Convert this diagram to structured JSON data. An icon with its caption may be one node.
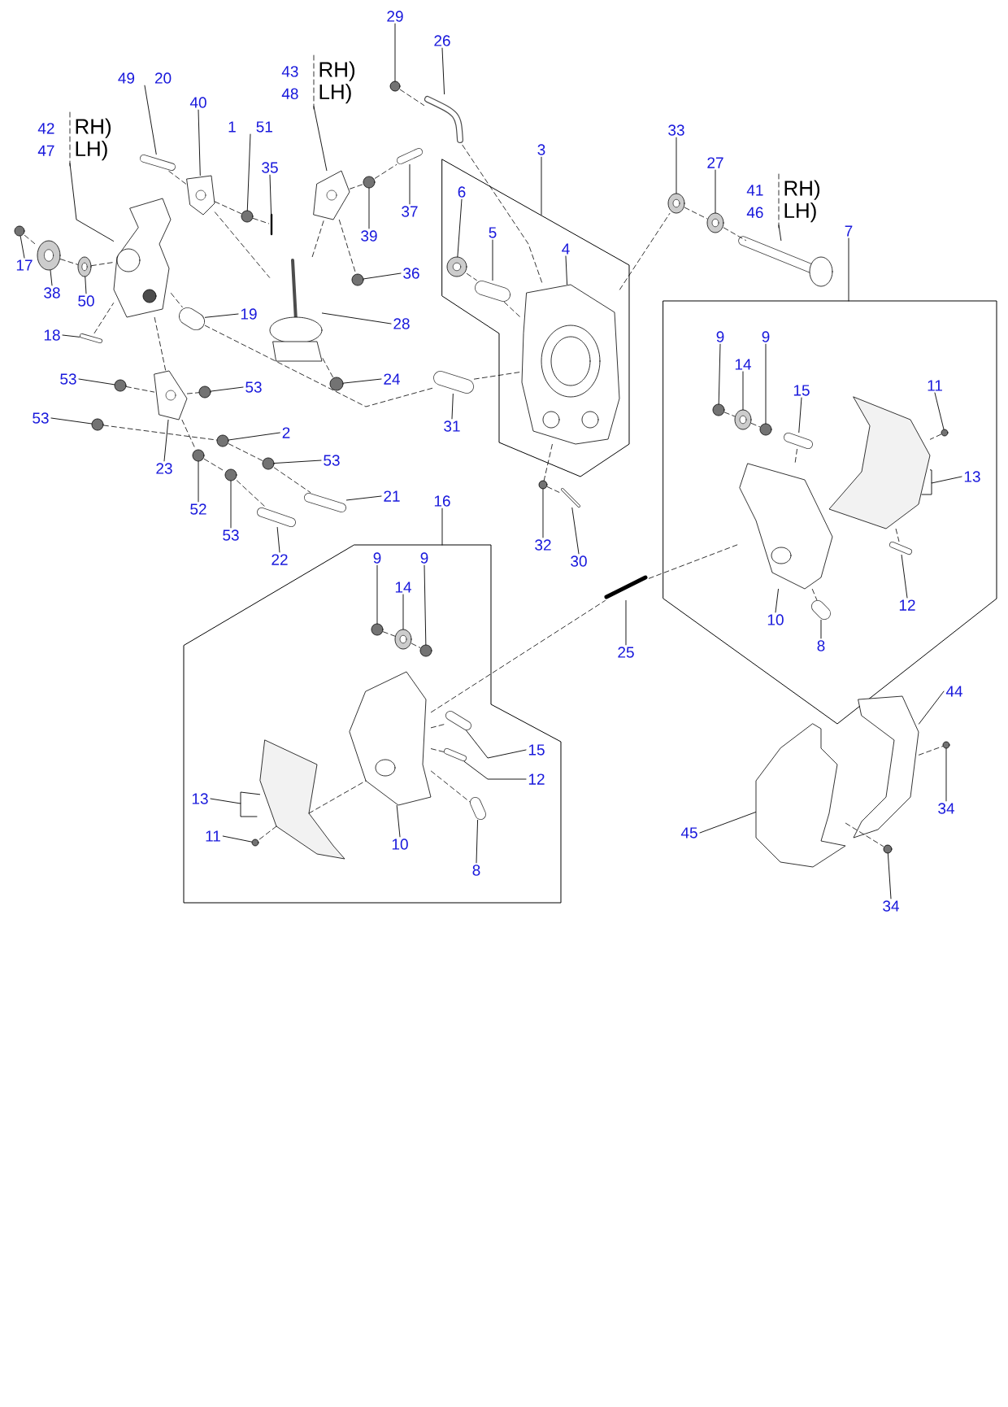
{
  "diagram": {
    "nodes": [
      {
        "text": [],
        "shape": "box"
      },
      {
        "text": [],
        "shape": "box"
      },
      {
        "text": [],
        "shape": "box"
      },
      {
        "text": [
          "29"
        ]
      },
      {
        "text": [
          "26"
        ]
      },
      {
        "text": [
          "43",
          "RH)",
          "48",
          "LH)"
        ]
      },
      {
        "text": [
          "49",
          "20"
        ]
      },
      {
        "text": [
          "42",
          "RH)",
          "47",
          "LH)"
        ]
      },
      {
        "text": [
          "40"
        ]
      },
      {
        "text": [
          "1",
          "51"
        ]
      },
      {
        "text": [
          "3"
        ]
      },
      {
        "text": [
          "33"
        ]
      },
      {
        "text": [
          "35"
        ]
      },
      {
        "text": [
          "27"
        ]
      },
      {
        "text": [
          "41",
          "RH)",
          "46",
          "LH)"
        ]
      },
      {
        "text": [
          "6"
        ],
        "in": 0
      },
      {
        "text": [
          "37"
        ]
      },
      {
        "text": [
          "7"
        ]
      },
      {
        "text": [
          "5"
        ],
        "in": 0
      },
      {
        "text": [
          "39"
        ]
      },
      {
        "text": [
          "4"
        ],
        "in": 0
      },
      {
        "text": [
          "17"
        ]
      },
      {
        "text": [
          "36"
        ]
      },
      {
        "text": [
          "38"
        ]
      },
      {
        "text": [
          "50"
        ]
      },
      {
        "text": [
          "19"
        ]
      },
      {
        "text": [
          "28"
        ]
      },
      {
        "text": [
          "18"
        ]
      },
      {
        "text": [
          "9"
        ],
        "in": 1
      },
      {
        "text": [
          "9"
        ],
        "in": 1
      },
      {
        "text": [
          "14"
        ],
        "in": 1
      },
      {
        "text": [
          "53"
        ]
      },
      {
        "text": [
          "24"
        ]
      },
      {
        "text": [
          "11"
        ],
        "in": 1
      },
      {
        "text": [
          "53"
        ]
      },
      {
        "text": [
          "15"
        ],
        "in": 1
      },
      {
        "text": [
          "53"
        ]
      },
      {
        "text": [
          "31"
        ]
      },
      {
        "text": [
          "2"
        ]
      },
      {
        "text": [
          "53"
        ]
      },
      {
        "text": [
          "23"
        ]
      },
      {
        "text": [
          "13"
        ],
        "in": 1
      },
      {
        "text": [
          "21"
        ]
      },
      {
        "text": [
          "16"
        ]
      },
      {
        "text": [
          "52"
        ]
      },
      {
        "text": [
          "53"
        ]
      },
      {
        "text": [
          "32"
        ]
      },
      {
        "text": [
          "9"
        ],
        "in": 2
      },
      {
        "text": [
          "9"
        ],
        "in": 2
      },
      {
        "text": [
          "22"
        ]
      },
      {
        "text": [
          "30"
        ]
      },
      {
        "text": [
          "14"
        ],
        "in": 2
      },
      {
        "text": [
          "12"
        ],
        "in": 1
      },
      {
        "text": [
          "10"
        ],
        "in": 1
      },
      {
        "text": [
          "8"
        ],
        "in": 1
      },
      {
        "text": [
          "25"
        ]
      },
      {
        "text": [
          "44"
        ]
      },
      {
        "text": [
          "15"
        ],
        "in": 2
      },
      {
        "text": [
          "12"
        ],
        "in": 2
      },
      {
        "text": [
          "13"
        ],
        "in": 2
      },
      {
        "text": [
          "34"
        ]
      },
      {
        "text": [
          "45"
        ]
      },
      {
        "text": [
          "11"
        ],
        "in": 2
      },
      {
        "text": [
          "10"
        ],
        "in": 2
      },
      {
        "text": [
          "8"
        ],
        "in": 2
      },
      {
        "text": [
          "34"
        ]
      },
      {
        "text": [],
        "shape": "circle"
      },
      {
        "text": [],
        "shape": "picture"
      },
      {
        "text": [],
        "shape": "picture"
      },
      {
        "text": [],
        "shape": "picture"
      },
      {
        "text": [],
        "shape": "picture"
      },
      {
        "text": [],
        "shape": "picture"
      },
      {
        "text": [],
        "shape": "circle"
      },
      {
        "text": [],
        "shape": "picture"
      },
      {
        "text": [],
        "shape": "picture"
      },
      {
        "text": [],
        "shape": "picture"
      },
      {
        "text": [],
        "shape": "picture"
      },
      {
        "text": [],
        "shape": "picture",
        "in": 0
      },
      {
        "text": [],
        "shape": "picture"
      },
      {
        "text": [],
        "shape": "picture",
        "in": 0
      },
      {
        "text": [],
        "shape": "circle"
      },
      {
        "text": [],
        "shape": "picture",
        "in": 0
      },
      {
        "text": [],
        "shape": "circle"
      },
      {
        "text": [],
        "shape": "circle"
      },
      {
        "text": [],
        "shape": "picture"
      },
      {
        "text": [],
        "shape": "picture"
      },
      {
        "text": [],
        "shape": "picture"
      },
      {
        "text": [],
        "shape": "picture"
      },
      {
        "text": [],
        "shape": "picture"
      },
      {
        "text": [],
        "shape": "circle",
        "in": 1
      },
      {
        "text": [],
        "shape": "circle",
        "in": 1
      },
      {
        "text": [],
        "shape": "picture",
        "in": 1
      },
      {
        "text": [],
        "shape": "circle"
      },
      {
        "text": [],
        "shape": "circle"
      },
      {
        "text": [],
        "shape": "circle",
        "in": 1
      },
      {
        "text": [],
        "shape": "circle"
      },
      {
        "text": [],
        "shape": "picture",
        "in": 1
      },
      {
        "text": [],
        "shape": "circle"
      },
      {
        "text": [],
        "shape": "picture"
      },
      {
        "text": [],
        "shape": "circle"
      },
      {
        "text": [],
        "shape": "circle"
      },
      {
        "text": [],
        "shape": "picture"
      },
      {
        "text": [],
        "shape": "picture",
        "in": 1
      },
      {
        "text": [],
        "shape": "picture"
      },
      {
        "text": [],
        "shape": "circle"
      },
      {
        "text": [],
        "shape": "circle"
      },
      {
        "text": [],
        "shape": "circle"
      },
      {
        "text": [],
        "shape": "circle",
        "in": 2
      },
      {
        "text": [],
        "shape": "circle",
        "in": 2
      },
      {
        "text": [],
        "shape": "picture"
      },
      {
        "text": [],
        "shape": "picture"
      },
      {
        "text": [],
        "shape": "picture",
        "in": 2
      },
      {
        "text": [],
        "shape": "picture",
        "in": 1
      },
      {
        "text": [],
        "shape": "picture",
        "in": 1
      },
      {
        "text": [],
        "shape": "picture",
        "in": 1
      },
      {
        "text": [],
        "shape": "picture"
      },
      {
        "text": [],
        "shape": "picture"
      },
      {
        "text": [],
        "shape": "picture",
        "in": 2
      },
      {
        "text": [],
        "shape": "picture",
        "in": 2
      },
      {
        "text": [],
        "shape": "picture",
        "in": 2
      },
      {
        "text": [],
        "shape": "circle"
      },
      {
        "text": [],
        "shape": "picture"
      },
      {
        "text": [],
        "shape": "circle",
        "in": 2
      },
      {
        "text": [],
        "shape": "picture",
        "in": 2
      },
      {
        "text": [],
        "shape": "picture",
        "in": 2
      },
      {
        "text": [],
        "shape": "circle"
      }
    ],
    "edges": [
      {
        "from": 3,
        "to": 66,
        "arrow": "none"
      },
      {
        "from": 4,
        "to": 67,
        "arrow": "none"
      },
      {
        "from": 5,
        "to": 68,
        "arrow": "none"
      },
      {
        "from": 6,
        "to": 69,
        "arrow": "none"
      },
      {
        "from": 7,
        "to": 70,
        "arrow": "none"
      },
      {
        "from": 8,
        "to": 71,
        "arrow": "none"
      },
      {
        "from": 9,
        "to": 72,
        "arrow": "none"
      },
      {
        "from": 10,
        "to": 0,
        "arrow": "none"
      },
      {
        "from": 11,
        "to": 73,
        "arrow": "none"
      },
      {
        "from": 12,
        "to": 74,
        "arrow": "none"
      },
      {
        "from": 13,
        "to": 75,
        "arrow": "none"
      },
      {
        "from": 14,
        "to": 76,
        "arrow": "none"
      },
      {
        "from": 15,
        "to": 77,
        "arrow": "none"
      },
      {
        "from": 16,
        "to": 78,
        "arrow": "none"
      },
      {
        "from": 17,
        "to": 1,
        "arrow": "none"
      },
      {
        "from": 18,
        "to": 79,
        "arrow": "none"
      },
      {
        "from": 19,
        "to": 80,
        "arrow": "none"
      },
      {
        "from": 20,
        "to": 81,
        "arrow": "none"
      },
      {
        "from": 21,
        "to": 82,
        "arrow": "none"
      },
      {
        "from": 22,
        "to": 83,
        "arrow": "none"
      },
      {
        "from": 23,
        "to": 84,
        "arrow": "none"
      },
      {
        "from": 24,
        "to": 85,
        "arrow": "none"
      },
      {
        "from": 25,
        "to": 86,
        "arrow": "none"
      },
      {
        "from": 26,
        "to": 87,
        "arrow": "none"
      },
      {
        "from": 27,
        "to": 88,
        "arrow": "none"
      },
      {
        "from": 28,
        "to": 89,
        "arrow": "none"
      },
      {
        "from": 29,
        "to": 90,
        "arrow": "none"
      },
      {
        "from": 30,
        "to": 91,
        "arrow": "none"
      },
      {
        "from": 31,
        "to": 92,
        "arrow": "none"
      },
      {
        "from": 32,
        "to": 93,
        "arrow": "none"
      },
      {
        "from": 33,
        "to": 94,
        "arrow": "none"
      },
      {
        "from": 34,
        "to": 95,
        "arrow": "none"
      },
      {
        "from": 35,
        "to": 96,
        "arrow": "none"
      },
      {
        "from": 36,
        "to": 97,
        "arrow": "none"
      },
      {
        "from": 37,
        "to": 98,
        "arrow": "none"
      },
      {
        "from": 38,
        "to": 99,
        "arrow": "none"
      },
      {
        "from": 39,
        "to": 100,
        "arrow": "none"
      },
      {
        "from": 40,
        "to": 101,
        "arrow": "none"
      },
      {
        "from": 41,
        "to": 102,
        "arrow": "none"
      },
      {
        "from": 42,
        "to": 103,
        "arrow": "none"
      },
      {
        "from": 43,
        "to": 2,
        "arrow": "none"
      },
      {
        "from": 44,
        "to": 104,
        "arrow": "none"
      },
      {
        "from": 45,
        "to": 105,
        "arrow": "none"
      },
      {
        "from": 46,
        "to": 106,
        "arrow": "none"
      },
      {
        "from": 47,
        "to": 107,
        "arrow": "none"
      },
      {
        "from": 48,
        "to": 108,
        "arrow": "none"
      },
      {
        "from": 49,
        "to": 109,
        "arrow": "none"
      },
      {
        "from": 50,
        "to": 110,
        "arrow": "none"
      },
      {
        "from": 51,
        "to": 111,
        "arrow": "none"
      },
      {
        "from": 52,
        "to": 112,
        "arrow": "none"
      },
      {
        "from": 53,
        "to": 113,
        "arrow": "none"
      },
      {
        "from": 54,
        "to": 114,
        "arrow": "none"
      },
      {
        "from": 55,
        "to": 115,
        "arrow": "none"
      },
      {
        "from": 56,
        "to": 116,
        "arrow": "none"
      },
      {
        "from": 57,
        "to": 117,
        "arrow": "none"
      },
      {
        "from": 58,
        "to": 118,
        "arrow": "none"
      },
      {
        "from": 59,
        "to": 119,
        "arrow": "none"
      },
      {
        "from": 60,
        "to": 120,
        "arrow": "none"
      },
      {
        "from": 61,
        "to": 121,
        "arrow": "none"
      },
      {
        "from": 62,
        "to": 122,
        "arrow": "none"
      },
      {
        "from": 63,
        "to": 123,
        "arrow": "none"
      },
      {
        "from": 64,
        "to": 124,
        "arrow": "none"
      },
      {
        "from": 65,
        "to": 125,
        "arrow": "none"
      },
      {
        "from": 82,
        "to": 84,
        "arrow": "none",
        "style": "dashed"
      },
      {
        "from": 84,
        "to": 85,
        "arrow": "none",
        "style": "dashed"
      },
      {
        "from": 85,
        "to": 70,
        "arrow": "none",
        "style": "dashed"
      },
      {
        "from": 70,
        "to": 86,
        "arrow": "none",
        "style": "dashed"
      },
      {
        "from": 86,
        "to": 98,
        "arrow": "none",
        "style": "dashed"
      },
      {
        "from": 69,
        "to": 71,
        "arrow": "none",
        "style": "dashed"
      },
      {
        "from": 71,
        "to": 72,
        "arrow": "none",
        "style": "dashed"
      },
      {
        "from": 72,
        "to": 74,
        "arrow": "none",
        "style": "dashed"
      },
      {
        "from": 71,
        "to": 87,
        "arrow": "none",
        "style": "dashed"
      },
      {
        "from": 87,
        "to": 68,
        "arrow": "none",
        "style": "dashed"
      },
      {
        "from": 68,
        "to": 83,
        "arrow": "none",
        "style": "dashed"
      },
      {
        "from": 68,
        "to": 80,
        "arrow": "none",
        "style": "dashed"
      },
      {
        "from": 80,
        "to": 78,
        "arrow": "none",
        "style": "dashed"
      },
      {
        "from": 66,
        "to": 67,
        "arrow": "none",
        "style": "dashed"
      },
      {
        "from": 67,
        "to": 81,
        "arrow": "none",
        "style": "dashed"
      },
      {
        "from": 77,
        "to": 79,
        "arrow": "none",
        "style": "dashed"
      },
      {
        "from": 79,
        "to": 81,
        "arrow": "none",
        "style": "dashed"
      },
      {
        "from": 98,
        "to": 81,
        "arrow": "none",
        "style": "dashed"
      },
      {
        "from": 81,
        "to": 106,
        "arrow": "none",
        "style": "dashed"
      },
      {
        "from": 106,
        "to": 110,
        "arrow": "none",
        "style": "dashed"
      },
      {
        "from": 97,
        "to": 99,
        "arrow": "none",
        "style": "dashed"
      },
      {
        "from": 99,
        "to": 100,
        "arrow": "none",
        "style": "dashed"
      },
      {
        "from": 100,
        "to": 103,
        "arrow": "none",
        "style": "dashed"
      },
      {
        "from": 92,
        "to": 101,
        "arrow": "none",
        "style": "dashed"
      },
      {
        "from": 101,
        "to": 95,
        "arrow": "none",
        "style": "dashed"
      },
      {
        "from": 101,
        "to": 104,
        "arrow": "none",
        "style": "dashed"
      },
      {
        "from": 104,
        "to": 105,
        "arrow": "none",
        "style": "dashed"
      },
      {
        "from": 105,
        "to": 109,
        "arrow": "none",
        "style": "dashed"
      },
      {
        "from": 70,
        "to": 101,
        "arrow": "none",
        "style": "dashed"
      },
      {
        "from": 73,
        "to": 75,
        "arrow": "none",
        "style": "dashed"
      },
      {
        "from": 75,
        "to": 76,
        "arrow": "none",
        "style": "dashed"
      },
      {
        "from": 81,
        "to": 73,
        "arrow": "none",
        "style": "dashed"
      },
      {
        "from": 89,
        "to": 91,
        "arrow": "none",
        "style": "dashed"
      },
      {
        "from": 91,
        "to": 90,
        "arrow": "none",
        "style": "dashed"
      },
      {
        "from": 113,
        "to": 114,
        "arrow": "none",
        "style": "dashed"
      },
      {
        "from": 94,
        "to": 102,
        "arrow": "none",
        "style": "dashed"
      },
      {
        "from": 102,
        "to": 112,
        "arrow": "none",
        "style": "dashed"
      },
      {
        "from": 96,
        "to": 113,
        "arrow": "none",
        "style": "dashed"
      },
      {
        "from": 123,
        "to": 115,
        "arrow": "none",
        "style": "dashed"
      },
      {
        "from": 115,
        "to": 113,
        "arrow": "none",
        "style": "dashed"
      },
      {
        "from": 107,
        "to": 111,
        "arrow": "none",
        "style": "dashed"
      },
      {
        "from": 111,
        "to": 108,
        "arrow": "none",
        "style": "dashed"
      },
      {
        "from": 123,
        "to": 117,
        "arrow": "none",
        "style": "dashed"
      },
      {
        "from": 123,
        "to": 118,
        "arrow": "none",
        "style": "dashed"
      },
      {
        "from": 123,
        "to": 124,
        "arrow": "none",
        "style": "dashed"
      },
      {
        "from": 119,
        "to": 122,
        "arrow": "none",
        "style": "dashed"
      },
      {
        "from": 119,
        "to": 123,
        "arrow": "none",
        "style": "dashed"
      },
      {
        "from": 116,
        "to": 120,
        "arrow": "none",
        "style": "dashed"
      },
      {
        "from": 121,
        "to": 125,
        "arrow": "none",
        "style": "dashed"
      },
      {
        "from": 88,
        "to": 70,
        "arrow": "none",
        "style": "dashed"
      },
      {
        "from": 93,
        "to": 87,
        "arrow": "none",
        "style": "dashed"
      }
    ]
  }
}
